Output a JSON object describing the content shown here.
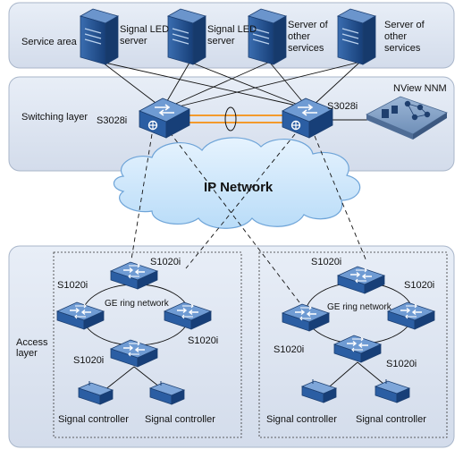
{
  "layers": {
    "service": "Service area",
    "switching": "Switching layer",
    "access_line1": "Access",
    "access_line2": "layer"
  },
  "servers": {
    "signal_led_1": [
      "Signal LED",
      "server"
    ],
    "signal_led_2": [
      "Signal LED",
      "server"
    ],
    "other_1": [
      "Server of",
      "other",
      "services"
    ],
    "other_2": [
      "Server of",
      "other",
      "services"
    ]
  },
  "core": {
    "left_switch": "S3028i",
    "right_switch": "S3028i",
    "nms": "NView NNM",
    "ip_network": "IP Network"
  },
  "access_left": {
    "top": "S1020i",
    "left": "S1020i",
    "right": "S1020i",
    "bottom": "S1020i",
    "ring": "GE ring network",
    "controller_1": "Signal controller",
    "controller_2": "Signal controller"
  },
  "access_right": {
    "top": "S1020i",
    "left": "S1020i",
    "right": "S1020i",
    "bottom": "S1020i",
    "ring": "GE ring network",
    "controller_1": "Signal controller",
    "controller_2": "Signal controller"
  },
  "colors": {
    "panel_fill": "#dfe6f1",
    "panel_stroke": "#a9b6ca",
    "device_blue": "#1f4d8c",
    "device_top": "#5f8fcf",
    "cloud_fill": "#cfe6fb",
    "cloud_stroke": "#6ea4d8",
    "trunk_orange": "#f39a2c"
  },
  "icons": {
    "server": "server-tower-icon",
    "core_switch": "layer3-switch-icon",
    "access_switch": "ethernet-switch-icon",
    "controller": "signal-controller-box-icon",
    "nms": "network-management-icon",
    "cloud": "ip-cloud-icon"
  }
}
